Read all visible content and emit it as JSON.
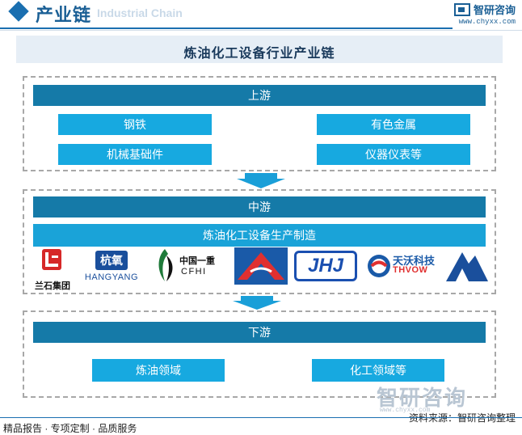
{
  "header": {
    "title": "产业链",
    "ghost_text": "Industrial Chain",
    "brand_name": "智研咨询",
    "brand_url": "www.chyxx.com"
  },
  "diagram": {
    "title": "炼油化工设备行业产业链",
    "upstream": {
      "label": "上游",
      "items": [
        "钢铁",
        "有色金属",
        "机械基础件",
        "仪器仪表等"
      ]
    },
    "midstream": {
      "label": "中游",
      "sub_label": "炼油化工设备生产制造",
      "logos": [
        {
          "name": "lanshi-logo",
          "caption": "兰石集团"
        },
        {
          "name": "hangyang-logo",
          "caption": "杭氧",
          "caption2": "HANGYANG"
        },
        {
          "name": "cfhi-logo",
          "caption": "中国一重",
          "caption2": "CFHI"
        },
        {
          "name": "red-peak-logo",
          "caption": ""
        },
        {
          "name": "jhj-logo",
          "caption": "JHJ"
        },
        {
          "name": "tianwo-logo",
          "caption": "天沃科技",
          "caption2": "THVOW"
        },
        {
          "name": "mountain-logo",
          "caption": ""
        }
      ]
    },
    "downstream": {
      "label": "下游",
      "items": [
        "炼油领域",
        "化工领域等"
      ]
    }
  },
  "footer": {
    "left": "精品报告 · 专项定制 · 品质服务",
    "source": "资料来源：智研咨询整理",
    "watermark": "智研咨询",
    "watermark_url": "www.chyxx.com"
  },
  "colors": {
    "band": "#157aa8",
    "item": "#17a9e0",
    "accent": "#1a6fb0"
  }
}
